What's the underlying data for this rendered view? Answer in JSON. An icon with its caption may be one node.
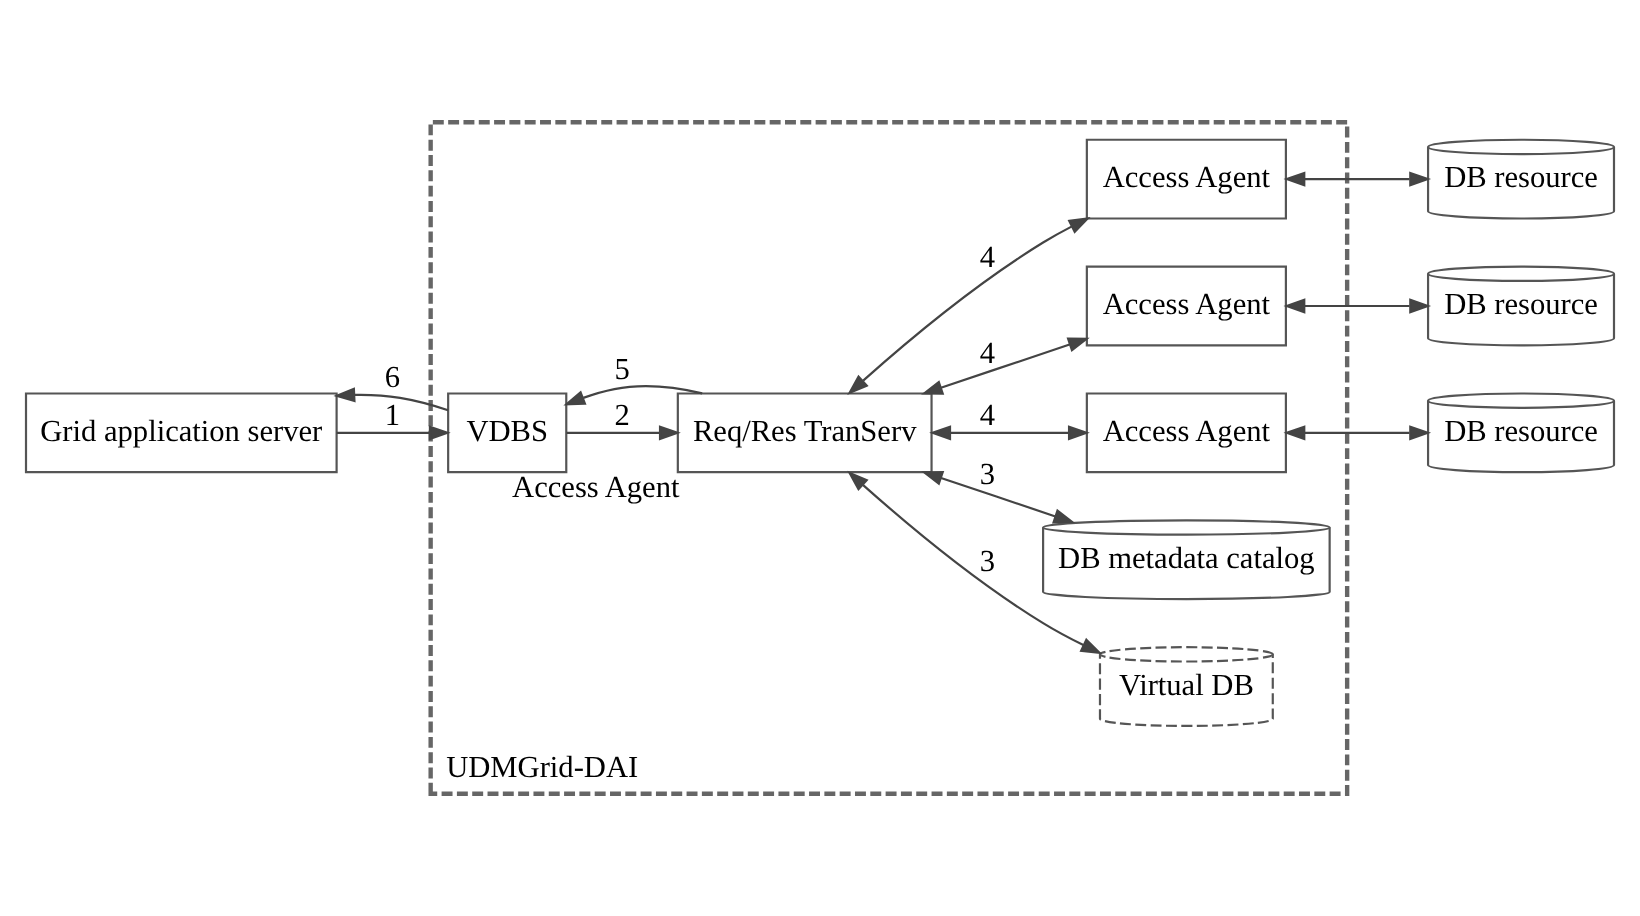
{
  "diagram": {
    "nodes": [
      {
        "text": [
          "UDMGrid-DAI"
        ]
      },
      {
        "text": [
          "Grid application server"
        ]
      },
      {
        "text": [
          "VDBS"
        ],
        "in": 0
      },
      {
        "text": [
          "Virtual DB"
        ],
        "in": 0
      },
      {
        "text": [
          "DB metadata catalog"
        ],
        "in": 0
      },
      {
        "text": [
          "Req/Res TranServ"
        ],
        "beside": [
          "Access Agent"
        ],
        "in": 0
      },
      {
        "text": [
          "Access Agent"
        ],
        "in": 0
      },
      {
        "text": [
          "Access Agent"
        ],
        "in": 0
      },
      {
        "text": [
          "Access Agent"
        ],
        "in": 0
      },
      {
        "text": [
          "DB resource"
        ]
      },
      {
        "text": [
          "DB resource"
        ]
      },
      {
        "text": [
          "DB resource"
        ]
      }
    ],
    "edges": [
      {
        "from": 1,
        "to": 2,
        "arrow": "to",
        "label": "1"
      },
      {
        "from": 2,
        "to": 1,
        "arrow": "to",
        "label": "6"
      },
      {
        "from": 2,
        "to": 5,
        "arrow": "to",
        "label": "2"
      },
      {
        "from": 5,
        "to": 2,
        "arrow": "to",
        "label": "5"
      },
      {
        "from": 5,
        "to": 3,
        "arrow": "both",
        "label": "3"
      },
      {
        "from": 5,
        "to": 4,
        "arrow": "both",
        "label": "3"
      },
      {
        "from": 5,
        "to": 6,
        "arrow": "both",
        "label": "4"
      },
      {
        "from": 5,
        "to": 7,
        "arrow": "both",
        "label": "4"
      },
      {
        "from": 5,
        "to": 8,
        "arrow": "both",
        "label": "4"
      },
      {
        "from": 6,
        "to": 9,
        "arrow": "both"
      },
      {
        "from": 7,
        "to": 10,
        "arrow": "both"
      },
      {
        "from": 8,
        "to": 11,
        "arrow": "both"
      }
    ]
  }
}
